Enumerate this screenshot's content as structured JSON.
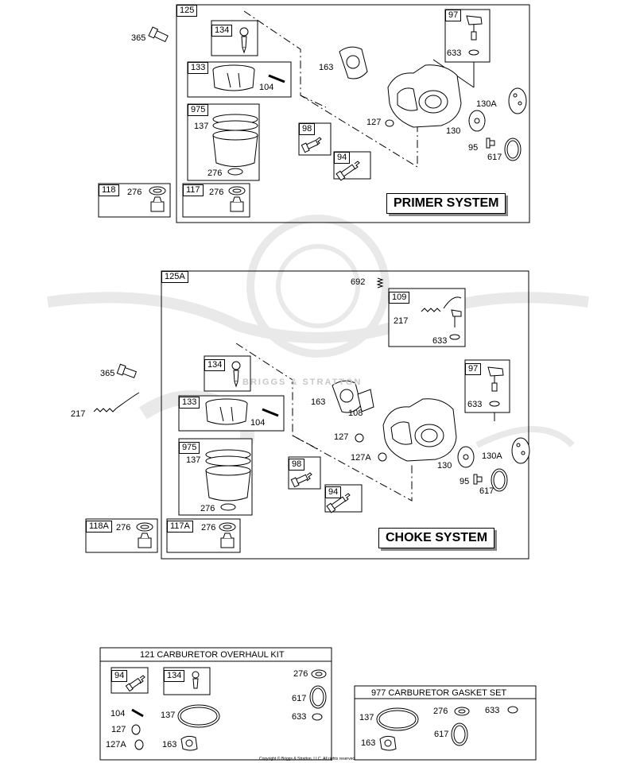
{
  "primer": {
    "assembly_id": "125",
    "title": "PRIMER SYSTEM",
    "labels": {
      "p365": "365",
      "p134": "134",
      "p133": "133",
      "p104": "104",
      "p975": "975",
      "p137": "137",
      "p276a": "276",
      "p98": "98",
      "p94": "94",
      "p163": "163",
      "p127": "127",
      "p97": "97",
      "p633": "633",
      "p130a": "130A",
      "p130": "130",
      "p95": "95",
      "p617": "617",
      "p118": "118",
      "p276b": "276",
      "p117": "117",
      "p276c": "276"
    }
  },
  "choke": {
    "assembly_id": "125A",
    "title": "CHOKE SYSTEM",
    "labels": {
      "p692": "692",
      "p109": "109",
      "p217a": "217",
      "p633a": "633",
      "p365": "365",
      "p217b": "217",
      "p134": "134",
      "p133": "133",
      "p104": "104",
      "p163": "163",
      "p108": "108",
      "p127": "127",
      "p127a": "127A",
      "p975": "975",
      "p137": "137",
      "p276a": "276",
      "p98": "98",
      "p94": "94",
      "p97": "97",
      "p633b": "633",
      "p130": "130",
      "p130a": "130A",
      "p95": "95",
      "p617": "617",
      "p118a": "118A",
      "p276b": "276",
      "p117a": "117A",
      "p276c": "276"
    }
  },
  "overhaul_kit": {
    "title": "121 CARBURETOR OVERHAUL KIT",
    "labels": {
      "p94": "94",
      "p134": "134",
      "p276": "276",
      "p617": "617",
      "p633": "633",
      "p104": "104",
      "p137": "137",
      "p127": "127",
      "p127a": "127A",
      "p163": "163"
    }
  },
  "gasket_set": {
    "title": "977 CARBURETOR GASKET SET",
    "labels": {
      "p137": "137",
      "p276": "276",
      "p633": "633",
      "p617": "617",
      "p163": "163"
    }
  },
  "watermark": {
    "text": "BRIGGS & STRATTON"
  },
  "copyright": "Copyright © Briggs & Stratton, LLC. All rights reserved."
}
